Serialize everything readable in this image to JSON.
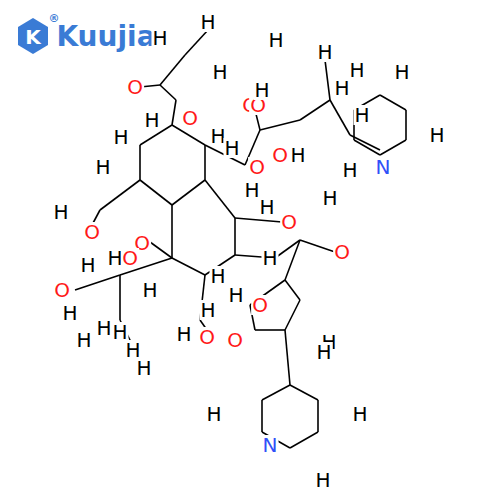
{
  "diagram": {
    "labels": [
      "K",
      "®",
      "Kuujia",
      "H",
      "H",
      "H",
      "O",
      "O",
      "H",
      "H",
      "H",
      "H",
      "H",
      "O",
      "H",
      "H",
      "H",
      "H",
      "H",
      "O",
      "O",
      "H",
      "H",
      "H",
      "O",
      "H",
      "H",
      "N",
      "H",
      "H",
      "H",
      "O",
      "H",
      "O",
      "O",
      "H",
      "O",
      "H",
      "O",
      "H",
      "H",
      "H",
      "H",
      "H",
      "H",
      "H",
      "H",
      "H",
      "H",
      "H",
      "O",
      "O",
      "H",
      "O",
      "O",
      "H",
      "H",
      "H",
      "H",
      "N",
      "H"
    ]
  }
}
